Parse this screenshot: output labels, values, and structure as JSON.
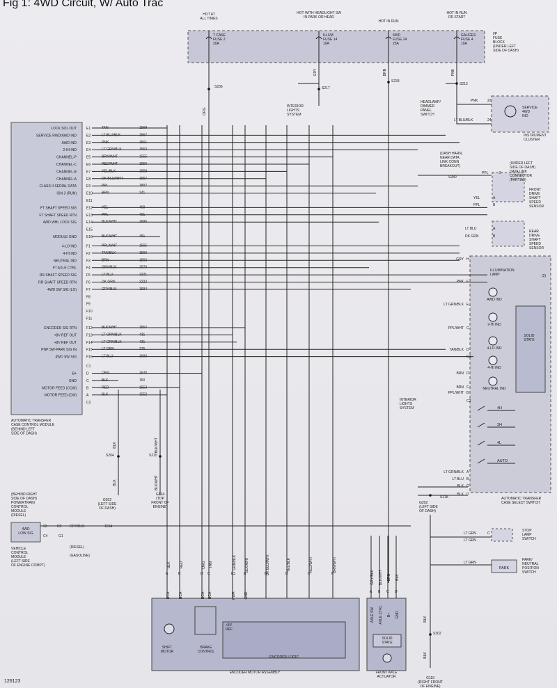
{
  "title": "Fig 1: 4WD Circuit, W/ Auto Trac",
  "figure_code": "126123",
  "fuse_block": {
    "supplies": [
      {
        "id": "hot-at-all-times",
        "text": [
          "HOT AT",
          "ALL TIMES"
        ],
        "fuse": [
          "T CASE",
          "FUSE 2",
          "20A"
        ]
      },
      {
        "id": "hot-headlight",
        "text": [
          "HOT WITH HEADLIGHT SW",
          "IN PARK OR HEAD"
        ],
        "fuse": [
          "ILLUM",
          "FUSE 14",
          "10A"
        ]
      },
      {
        "id": "hot-in-run",
        "text": [
          "HOT IN RUN"
        ],
        "fuse": [
          "4WD",
          "FUSE 24",
          "25A"
        ]
      },
      {
        "id": "hot-run-start",
        "text": [
          "HOT IN RUN",
          "OR START"
        ],
        "fuse": [
          "GAUGES",
          "FUSE 4",
          "10A"
        ]
      }
    ],
    "label": [
      "I/P",
      "FUSE",
      "BLOCK",
      "(UNDER LEFT",
      "SIDE OF DASH)"
    ]
  },
  "splices": [
    "S236",
    "S217",
    "S233",
    "S213",
    "S204",
    "S215",
    "S218",
    "S280",
    "S302"
  ],
  "grounds": [
    {
      "id": "G202",
      "text": [
        "G202",
        "(LEFT SIDE",
        "OF DASH)"
      ]
    },
    {
      "id": "G134",
      "text": [
        "G134",
        "(TOP",
        "FRONT OF",
        "ENGINE)"
      ]
    },
    {
      "id": "G202b",
      "text": [
        "G202",
        "(LEFT SIDE",
        "OF DASH)"
      ]
    },
    {
      "id": "G119",
      "text": [
        "G119",
        "(RIGHT FRONT",
        "OF ENGINE)"
      ]
    }
  ],
  "tccm": {
    "label": [
      "AUTOMATIC TRANSFER",
      "CASE CONTROL MODULE",
      "(BEHIND LEFT",
      "SIDE OF DASH)"
    ],
    "pins": [
      {
        "fn": "LOCK SOL OUT",
        "pin": "E1",
        "color": "TAN",
        "circuit": "1569"
      },
      {
        "fn": "SERVICE RWD/AWD IND",
        "pin": "E2",
        "color": "LT BLU/BLK",
        "circuit": "1567"
      },
      {
        "fn": "AWD IND",
        "pin": "E3",
        "color": "PNK",
        "circuit": "1561"
      },
      {
        "fn": "2-HI IND",
        "pin": "E4",
        "color": "LT GRN/BLK",
        "circuit": "1563"
      },
      {
        "fn": "CHANNEL-P",
        "pin": "E5",
        "color": "BRN/WHT",
        "circuit": "1555"
      },
      {
        "fn": "CHANNEL-C",
        "pin": "E6",
        "color": "RED/WHT",
        "circuit": "1556"
      },
      {
        "fn": "CHANNEL-B",
        "pin": "E7",
        "color": "YEL/BLK",
        "circuit": "1558"
      },
      {
        "fn": "CHANNEL-A",
        "pin": "E8",
        "color": "DK BLU/WHT",
        "circuit": "1557"
      },
      {
        "fn": "CLASS II SERIAL DATA",
        "pin": "E9",
        "color": "PPL",
        "circuit": "1807"
      },
      {
        "fn": "IGN 3 (RUN)",
        "pin": "E10",
        "color": "BRN",
        "circuit": "241"
      },
      {
        "fn": "",
        "pin": "E11",
        "color": "",
        "circuit": ""
      },
      {
        "fn": "FT SHAFT SPEED SIG",
        "pin": "E12",
        "color": "YEL",
        "circuit": "400"
      },
      {
        "fn": "FT SHAFT SPEED RTN",
        "pin": "E13",
        "color": "PPL",
        "circuit": "401"
      },
      {
        "fn": "4WD WHL LOCK SIG",
        "pin": "E14",
        "color": "BLK/WHT",
        "circuit": "1695"
      },
      {
        "fn": "",
        "pin": "E15",
        "color": "",
        "circuit": ""
      },
      {
        "fn": "MODULE GND",
        "pin": "E16",
        "color": "BLK/WHT",
        "circuit": "451"
      },
      {
        "fn": "4-LO IND",
        "pin": "F1",
        "color": "PPL/WHT",
        "circuit": "1565"
      },
      {
        "fn": "4-HI IND",
        "pin": "F2",
        "color": "TAN/BLK",
        "circuit": "1566"
      },
      {
        "fn": "NEUTRAL IND",
        "pin": "F3",
        "color": "BRN",
        "circuit": "1560"
      },
      {
        "fn": "FT AXLE CTRL",
        "pin": "F4",
        "color": "GRY/BLK",
        "circuit": "1570"
      },
      {
        "fn": "RR SHAFT SPEED SIG",
        "pin": "F5",
        "color": "LT BLU",
        "circuit": "2221"
      },
      {
        "fn": "RR SHAFT SPEED RTN",
        "pin": "F6",
        "color": "DK GRN",
        "circuit": "2222"
      },
      {
        "fn": "4WD SW SIG (LO)",
        "pin": "F7",
        "color": "GRY/BLK",
        "circuit": "1694"
      },
      {
        "fn": "",
        "pin": "F8",
        "color": "",
        "circuit": ""
      },
      {
        "fn": "",
        "pin": "F9",
        "color": "",
        "circuit": ""
      },
      {
        "fn": "",
        "pin": "F10",
        "color": "",
        "circuit": ""
      },
      {
        "fn": "",
        "pin": "F11",
        "color": "",
        "circuit": ""
      },
      {
        "fn": "ENCODER SIG RTN",
        "pin": "F12",
        "color": "BLK/WHT",
        "circuit": "1554"
      },
      {
        "fn": "+8V REF OUT",
        "pin": "F13",
        "color": "LT GRN/BLK",
        "circuit": "431"
      },
      {
        "fn": "+8V REF OUT",
        "pin": "F14",
        "color": "LT GRN/BLK",
        "circuit": "431"
      },
      {
        "fn": "PNP SW-PARK SIG IN",
        "pin": "F15",
        "color": "LT GRN",
        "circuit": "275"
      },
      {
        "fn": "4WD SW SIG",
        "pin": "F16",
        "color": "LT BLU",
        "circuit": "1693"
      },
      {
        "fn": "",
        "pin": "C1",
        "color": "",
        "circuit": ""
      },
      {
        "fn": "B+",
        "pin": "D",
        "color": "ORG",
        "circuit": "1640"
      },
      {
        "fn": "GND",
        "pin": "C",
        "color": "BLK",
        "circuit": "150"
      },
      {
        "fn": "MOTOR FEED (CCW)",
        "pin": "B",
        "color": "RED",
        "circuit": "1553"
      },
      {
        "fn": "MOTOR FEED (CW)",
        "pin": "A",
        "color": "BLK",
        "circuit": "1552"
      },
      {
        "fn": "",
        "pin": "C2",
        "color": "",
        "circuit": ""
      }
    ]
  },
  "cluster": {
    "label": [
      "INSTRUMENT",
      "CLUSTER"
    ],
    "ind": [
      "SERVICE",
      "4WD",
      "IND"
    ],
    "wires": [
      {
        "color": "PNK",
        "pin": "22"
      },
      {
        "color": "LT BLU/BLK",
        "pin": "24"
      }
    ]
  },
  "dlc": {
    "text": [
      "(DASH HARN,",
      "NEAR DATA",
      "LINK CONN",
      "BREAKOUT)"
    ],
    "wire": "PPL",
    "pin": "2",
    "label": [
      "(UNDER LEFT",
      "SIDE OF DASH)",
      "DATA LINK",
      "CONNECTOR",
      "(PARTIAL)"
    ]
  },
  "front_sensor": {
    "label": [
      "FRONT",
      "DRIVE",
      "SHAFT",
      "SPEED",
      "SENSOR"
    ],
    "wires": [
      {
        "color": "YEL",
        "pin": "A"
      },
      {
        "color": "PPL",
        "pin": "B"
      }
    ]
  },
  "rear_sensor": {
    "label": [
      "REAR",
      "DRIVE",
      "SHAFT",
      "SPEED",
      "SENSOR"
    ],
    "wires": [
      {
        "color": "LT BLU",
        "pin": "A"
      },
      {
        "color": "DK GRN",
        "pin": "B"
      }
    ]
  },
  "select_switch": {
    "label": [
      "AUTOMATIC TRANSFER",
      "CASE SELECT SWITCH"
    ],
    "illum": [
      "ILLUMINATION",
      "LAMP"
    ],
    "illum_note": "(2)",
    "solid": [
      "SOLID",
      "STATE"
    ],
    "inds": [
      "AWD IND",
      "2-HI IND",
      "4-LO IND",
      "4-HI IND",
      "NEUTRAL IND"
    ],
    "modes": [
      "4H",
      "2H",
      "4L",
      "AUTO"
    ],
    "pins": [
      {
        "color": "GRY",
        "pin": "H"
      },
      {
        "color": "PNK",
        "pin": "F"
      },
      {
        "color": "LT GRN/BLK",
        "pin": "E"
      },
      {
        "color": "PPL/WHT",
        "pin": "C"
      },
      {
        "color": "TAN/BLK",
        "pin": "D"
      },
      {
        "color": "",
        "pin": "C1"
      },
      {
        "color": "BRN",
        "pin": "D"
      },
      {
        "color": "BRN",
        "pin": "C"
      },
      {
        "color": "PPL/WHT",
        "pin": "B"
      },
      {
        "color": "",
        "pin": "C2"
      },
      {
        "color": "LT GRN/BLK",
        "pin": "A"
      },
      {
        "color": "LT BLU",
        "pin": "B"
      },
      {
        "color": "BLK",
        "pin": "G"
      },
      {
        "color": "BLK",
        "pin": "D"
      }
    ]
  },
  "headlamp": [
    "HEADLAMP/",
    "DIMMER",
    "PANEL",
    "SWITCH"
  ],
  "interior1": [
    "INTERIOR",
    "LIGHTS",
    "SYSTEM"
  ],
  "interior2": [
    "INTERIOR",
    "LIGHTS",
    "SYSTEM"
  ],
  "pcm": {
    "text": [
      "(BEHIND RIGHT",
      "SIDE OF DASH)",
      "POWERTRAIN",
      "CONTROL",
      "MODULE",
      "(DIESEL)"
    ],
    "box": [
      "4WD",
      "LOW SIG"
    ],
    "pins": [
      "23",
      "D2",
      "C4",
      "G1"
    ],
    "wire": "GRY/BLK",
    "circuit": "1694",
    "diesel": "(DIESEL)",
    "gasoline": "(GASOLINE)",
    "vcm": [
      "VEHICLE",
      "CONTROL",
      "MODULE",
      "(LEFT SIDE",
      "OF ENGINE COMPT)"
    ]
  },
  "stop_lamp": {
    "label": [
      "STOP",
      "LAMP",
      "SWITCH"
    ],
    "wires": [
      {
        "color": "LT GRN",
        "pin": "C"
      },
      {
        "color": "LT GRN",
        "pin": ""
      }
    ]
  },
  "park_switch": {
    "box": "PARK",
    "label": [
      "PARK/",
      "NEUTRAL",
      "POSITION",
      "SWITCH"
    ],
    "wire": "LT GRN"
  },
  "encoder": {
    "label": "ENCODER MOTOR ASSEMBLY",
    "logic": "ENCODER LOGIC",
    "ref": [
      "+8V",
      "REF"
    ],
    "shift_motor": [
      "SHIFT",
      "MOTOR"
    ],
    "brake": [
      "BRAKE",
      "CONTROL"
    ],
    "top_wires": [
      {
        "color": "BLK",
        "pin": "A",
        "nca": "NCA"
      },
      {
        "color": "RED",
        "pin": "B",
        "nca": "NCA"
      },
      {
        "color": "ORG",
        "pin": "D",
        "nca": "NCA"
      },
      {
        "color": "TAN",
        "pin": "C",
        "nca": "NCA"
      },
      {
        "color": "LT GRN/BLK",
        "pin": "E",
        "nca": "PWR"
      },
      {
        "color": "BLK/WHT",
        "pin": "A",
        "nca": "GND"
      },
      {
        "color": "DK BLU/WHT",
        "pin": "B",
        "nca": ""
      },
      {
        "color": "YEL/BLK",
        "pin": "D",
        "nca": ""
      },
      {
        "color": "RED/WHT",
        "pin": "C",
        "nca": ""
      },
      {
        "color": "BRN/WHT",
        "pin": "F",
        "nca": ""
      }
    ]
  },
  "actuator": {
    "label": [
      "FRONT AXLE",
      "ACTUATOR"
    ],
    "solid": [
      "SOLID",
      "STATE"
    ],
    "pins_text": [
      "AXLE SW",
      "AXLE CTRL",
      "B+",
      "GND"
    ],
    "wires": [
      {
        "color": "GRY/BLK",
        "pin": "A"
      },
      {
        "color": "BLK/WHT",
        "pin": "B"
      },
      {
        "color": "BRN",
        "pin": "C"
      },
      {
        "color": "BLK",
        "pin": "D"
      }
    ]
  },
  "branch_colors": {
    "org": "ORG",
    "gry": "GRY",
    "brn": "BRN",
    "pnk": "PNK",
    "blk": "BLK",
    "blkwht": "BLK/WHT"
  }
}
